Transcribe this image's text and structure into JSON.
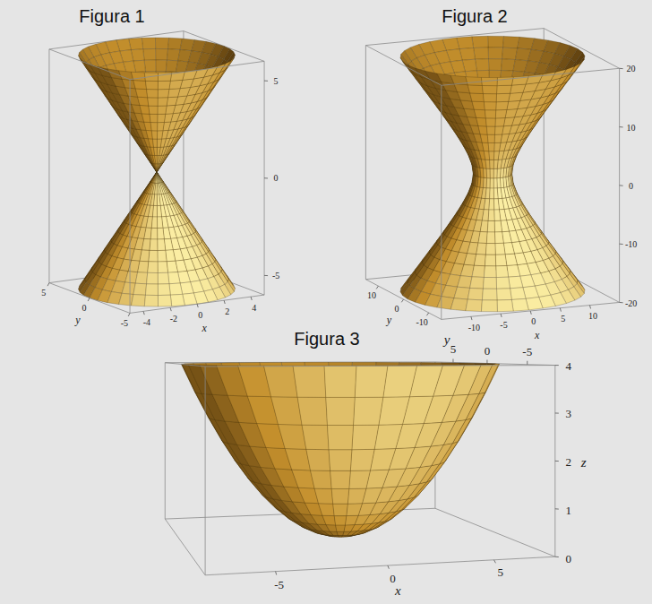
{
  "diagram": {
    "labels": [
      "Figura 1",
      "Figura 2",
      "5",
      "0",
      "-5",
      "20",
      "10",
      "0",
      "-10",
      "-20",
      "5",
      "0",
      "y",
      "-5",
      "-4",
      "-2",
      "0",
      "2",
      "4",
      "x",
      "10",
      "0",
      "y",
      "-10",
      "-10",
      "-5",
      "0",
      "5",
      "10",
      "x",
      "Figura 3",
      "y",
      "5",
      "0",
      "-5",
      "4",
      "3",
      "2",
      "1",
      "0",
      "z",
      "0",
      "-5",
      "5",
      "x"
    ]
  }
}
